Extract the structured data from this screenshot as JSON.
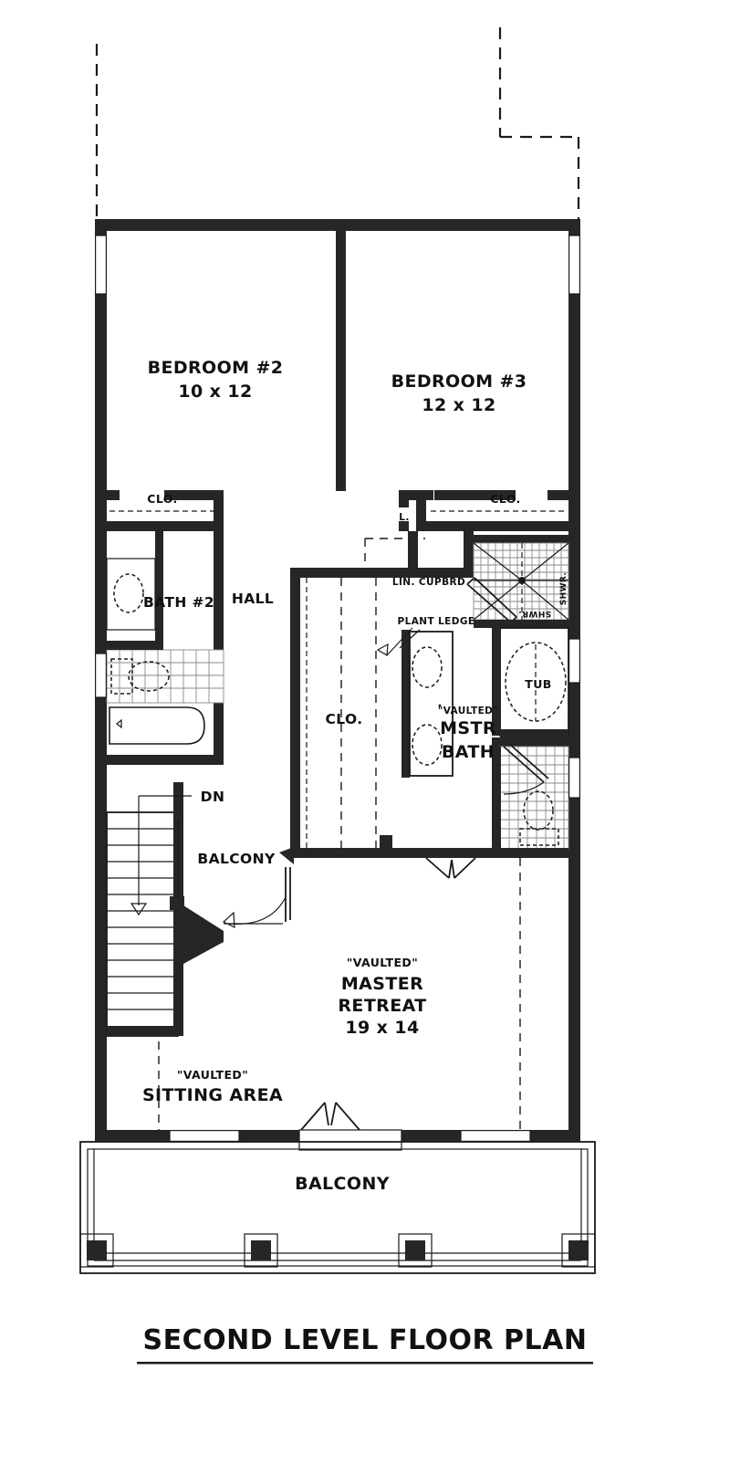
{
  "plan": {
    "title": "SECOND LEVEL FLOOR PLAN",
    "rooms": {
      "bedroom2": {
        "name": "BEDROOM #2",
        "size": "10 x 12"
      },
      "bedroom3": {
        "name": "BEDROOM #3",
        "size": "12 x 12"
      },
      "bath2": {
        "name": "BATH #2"
      },
      "hall": {
        "name": "HALL"
      },
      "master_retreat": {
        "vaulted": "\"VAULTED\"",
        "name_line1": "MASTER",
        "name_line2": "RETREAT",
        "size": "19 x 14"
      },
      "sitting_area": {
        "vaulted": "\"VAULTED\"",
        "name": "SITTING AREA"
      },
      "master_bath": {
        "vaulted": "\"VAULTED\"",
        "name_line1": "MSTR",
        "name_line2": "BATH"
      },
      "balcony_upper": {
        "name": "BALCONY"
      },
      "balcony_lower": {
        "name": "BALCONY"
      }
    },
    "closets": {
      "bedroom2_closet": "CLO.",
      "bedroom3_closet": "CLO.",
      "master_closet": "CLO.",
      "linen_small": "L.",
      "linen_cupboard": "LIN. CUPBRD"
    },
    "fixtures": {
      "tub": "TUB",
      "shower": "SHWR.",
      "shower_right": "SHWR.",
      "plant_ledge": "PLANT LEDGE",
      "stairs_direction": "DN"
    },
    "colors": {
      "wall": "#262626",
      "ink": "#1a1a1a",
      "tile": "#8a8a8a",
      "paper": "#ffffff"
    }
  }
}
